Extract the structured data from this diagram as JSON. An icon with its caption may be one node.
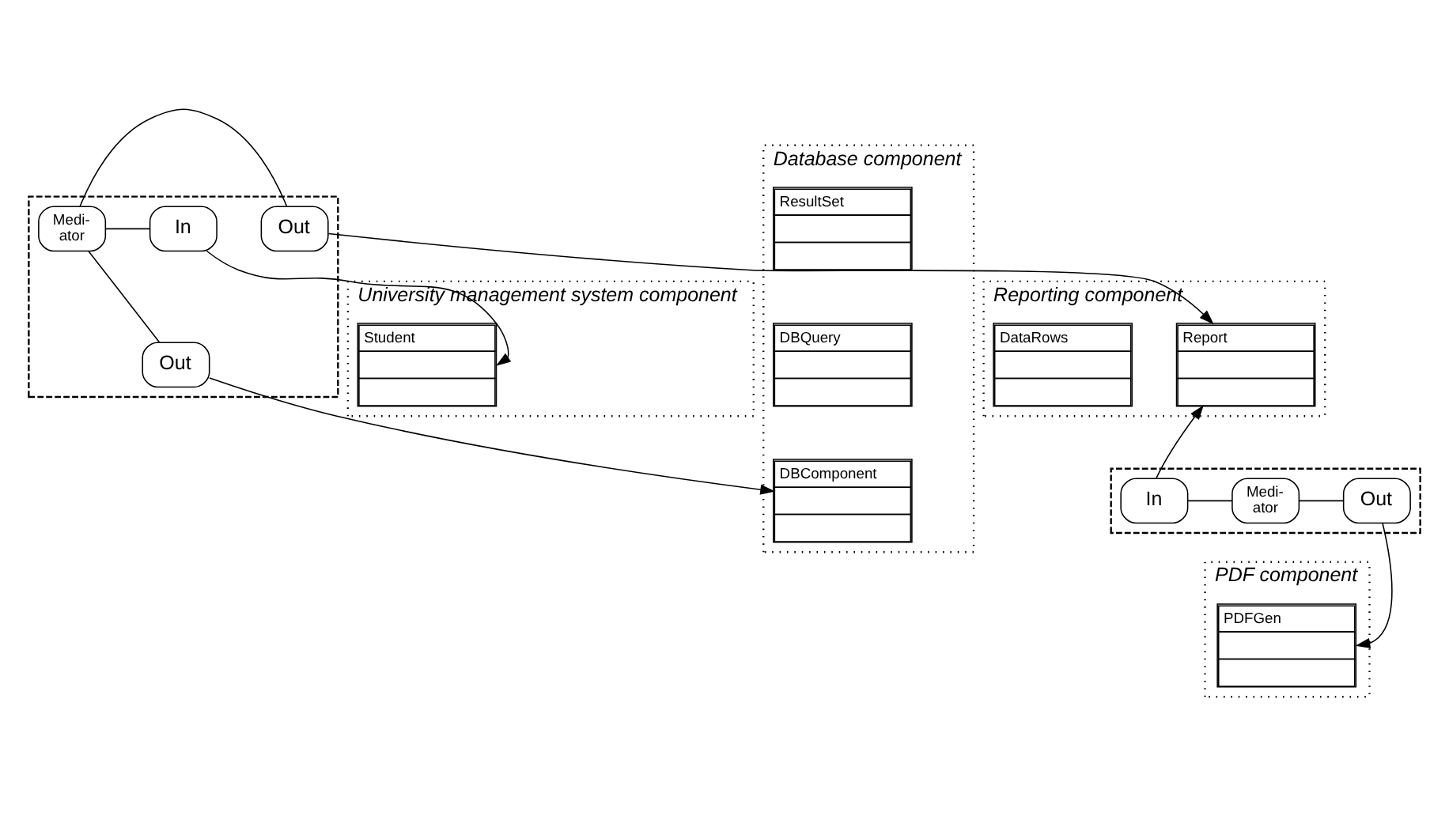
{
  "diagram": {
    "nodes": [
      {
        "text": [
          "University management system component"
        ]
      },
      {
        "text": [
          "Student"
        ],
        "in": 0
      },
      {
        "text": [],
        "shape": "box"
      },
      {
        "text": [
          "In"
        ],
        "in": 2
      },
      {
        "text": [
          "Medi- ator"
        ],
        "in": 2
      },
      {
        "text": [
          "Out"
        ],
        "in": 2
      },
      {
        "text": [
          "Out"
        ],
        "in": 2
      },
      {
        "text": [
          "Reporting component"
        ]
      },
      {
        "text": [
          "Report"
        ],
        "in": 7
      },
      {
        "text": [
          "DataRows"
        ],
        "in": 7
      },
      {
        "text": [],
        "shape": "box"
      },
      {
        "text": [
          "In"
        ],
        "in": 10
      },
      {
        "text": [
          "Medi- ator"
        ],
        "in": 10
      },
      {
        "text": [
          "Out"
        ],
        "in": 10
      },
      {
        "text": [
          "Database component"
        ]
      },
      {
        "text": [
          "ResultSet"
        ],
        "in": 14
      },
      {
        "text": [
          "DBQuery"
        ],
        "in": 14
      },
      {
        "text": [
          "DBComponent"
        ],
        "in": 14
      },
      {
        "text": [
          "PDF component"
        ]
      },
      {
        "text": [
          "PDFGen"
        ],
        "in": 18
      }
    ],
    "edges": [
      {
        "from": 3,
        "to": 1,
        "arrow": "to"
      },
      {
        "from": 3,
        "to": 4,
        "arrow": "none"
      },
      {
        "from": 4,
        "to": 5,
        "arrow": "none"
      },
      {
        "from": 4,
        "to": 6,
        "arrow": "none"
      },
      {
        "from": 5,
        "to": 8,
        "arrow": "to"
      },
      {
        "from": 6,
        "to": 17,
        "arrow": "to"
      },
      {
        "from": 11,
        "to": 8,
        "arrow": "to"
      },
      {
        "from": 11,
        "to": 12,
        "arrow": "none"
      },
      {
        "from": 12,
        "to": 13,
        "arrow": "none"
      },
      {
        "from": 13,
        "to": 19,
        "arrow": "to"
      }
    ]
  }
}
